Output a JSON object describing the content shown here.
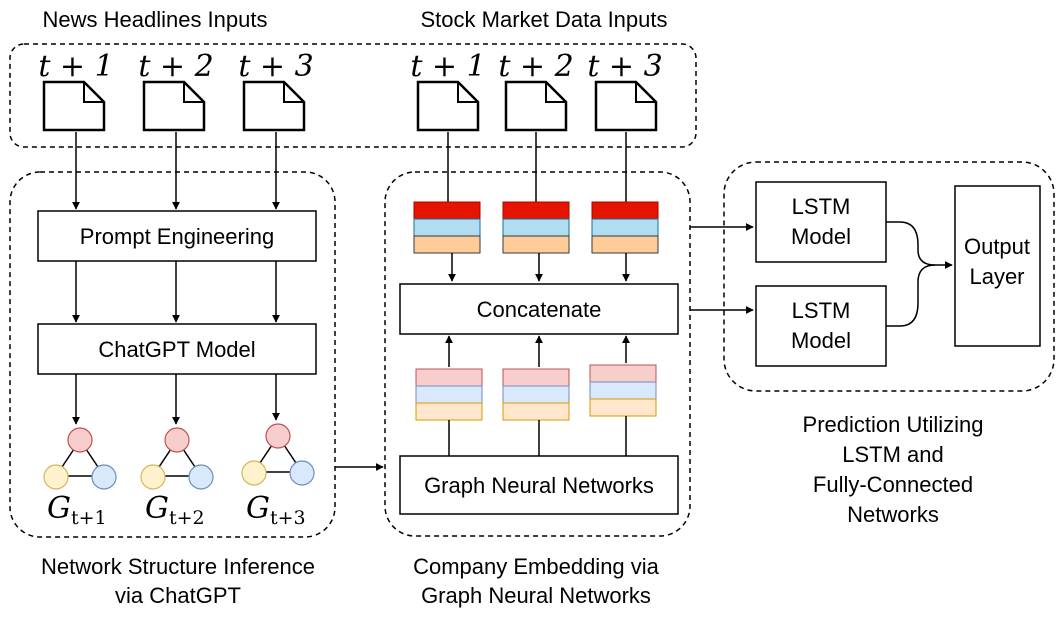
{
  "captions": {
    "news_inputs": "News Headlines Inputs",
    "stock_inputs": "Stock Market Data Inputs",
    "network_inference": [
      "Network Structure Inference",
      "via ChatGPT"
    ],
    "company_embedding": [
      "Company Embedding via",
      "Graph Neural Networks"
    ],
    "prediction": [
      "Prediction Utilizing",
      "LSTM and",
      "Fully-Connected",
      "Networks"
    ]
  },
  "time_labels": [
    "t + 1",
    "t + 2",
    "t + 3"
  ],
  "graph_labels": [
    {
      "base": "G",
      "sub": "t+1"
    },
    {
      "base": "G",
      "sub": "t+2"
    },
    {
      "base": "G",
      "sub": "t+3"
    }
  ],
  "blocks": {
    "prompt_engineering": "Prompt Engineering",
    "chatgpt_model": "ChatGPT Model",
    "concatenate": "Concatenate",
    "gnn": "Graph Neural Networks",
    "lstm_1": [
      "LSTM",
      "Model"
    ],
    "lstm_2": [
      "LSTM",
      "Model"
    ],
    "output_layer": [
      "Output",
      "Layer"
    ]
  },
  "colors": {
    "red_band": "#e51400",
    "blue_band": "#b1ddf0",
    "orange_band": "#ffcc99",
    "light_red": "#f8cecc",
    "light_blue": "#dae8fc",
    "light_orange": "#ffe6cc",
    "node_red": "#f8cecc",
    "node_yellow": "#fff2cc",
    "node_blue": "#dae8fc"
  }
}
